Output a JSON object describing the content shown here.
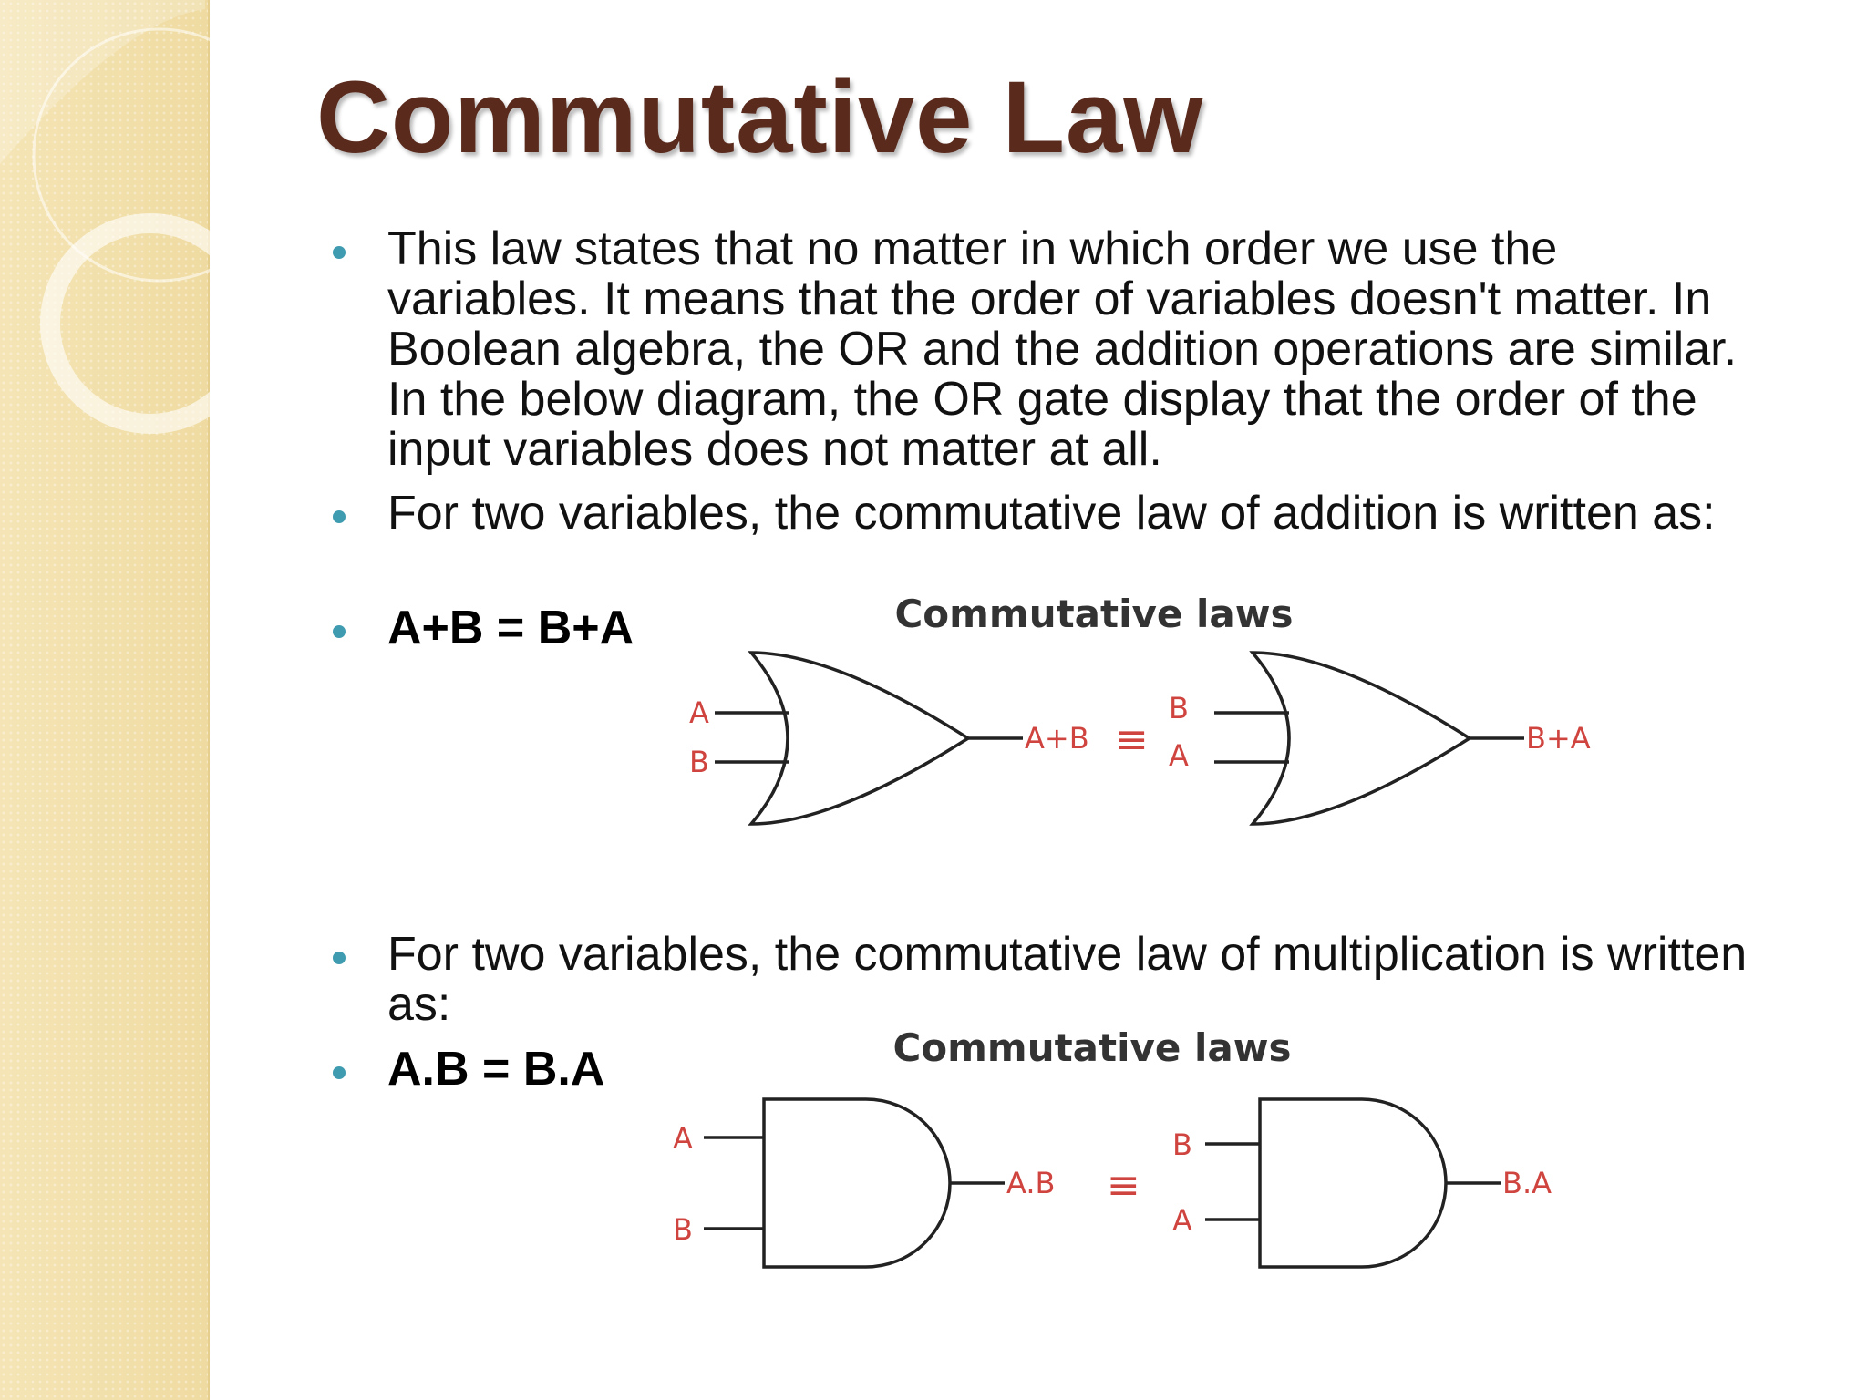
{
  "slide": {
    "title": "Commutative Law",
    "bullets": [
      {
        "text": "This law states that no matter in which order we use the variables. It means that the order of variables doesn't matter. In Boolean algebra, the OR and the addition operations are similar. In the below diagram, the OR gate display that the order of the input variables does not matter at all."
      },
      {
        "text": "For two variables, the commutative law of addition is written as:"
      },
      {
        "text": "A+B = B+A"
      },
      {
        "text": "For two variables, the commutative law of multiplication is written as:"
      },
      {
        "text": "A.B = B.A"
      }
    ]
  },
  "or_diagram": {
    "title": "Commutative laws",
    "left_inputs": [
      "A",
      "B"
    ],
    "left_output": "A+B",
    "equiv": "≡",
    "right_inputs": [
      "B",
      "A"
    ],
    "right_output": "B+A"
  },
  "and_diagram": {
    "title": "Commutative laws",
    "left_inputs": [
      "A",
      "B"
    ],
    "left_output": "A.B",
    "equiv": "≡",
    "right_inputs": [
      "B",
      "A"
    ],
    "right_output": "B.A"
  },
  "colors": {
    "title": "#5a2a1d",
    "bullet": "#3e9bb0",
    "label": "#d0443f",
    "sidebar": "#f3e1ad"
  }
}
